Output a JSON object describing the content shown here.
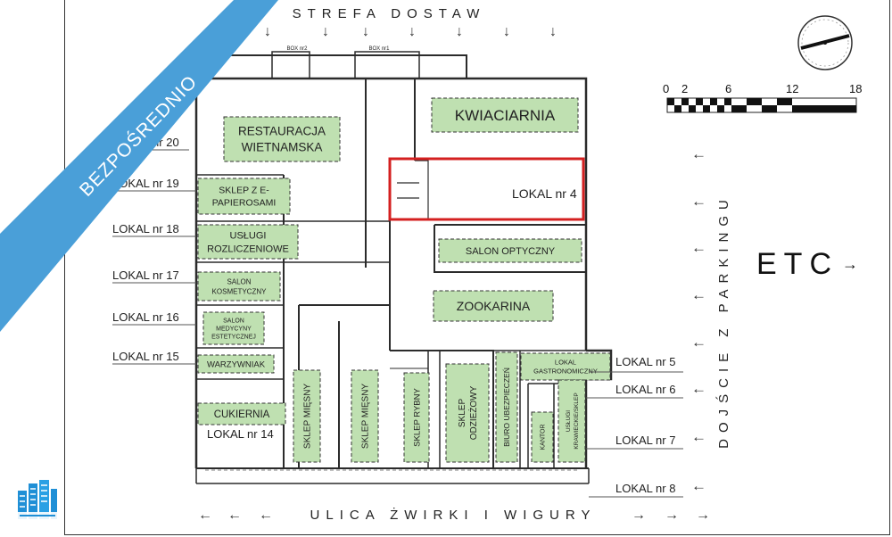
{
  "labels": {
    "top_street": "STREFA DOSTAW",
    "bottom_street": "ULICA ŻWIRKI I WIGURY",
    "right_access": "DOJŚCIE Z PARKINGU",
    "etc": "ETC",
    "etc_arrow": "→",
    "box2": "BOX nr2",
    "box1": "BOX nr1"
  },
  "banner": {
    "text": "BEZPOŚREDNIO",
    "color": "#4a9fd8"
  },
  "scale": {
    "ticks": [
      "0",
      "2",
      "6",
      "12",
      "18"
    ]
  },
  "highlight_color": "#d42020",
  "shop_fill": "#bfe0b1",
  "shops": {
    "restauracja": [
      "RESTAURACJA",
      "WIETNAMSKA"
    ],
    "kwiaciarnia": [
      "KWIACIARNIA"
    ],
    "epapierosy": [
      "SKLEP Z E-",
      "PAPIEROSAMI"
    ],
    "rozliczeniowe": [
      "USŁUGI",
      "ROZLICZENIOWE"
    ],
    "kosmetyczny": [
      "SALON",
      "KOSMETYCZNY"
    ],
    "medycyny": [
      "SALON",
      "MEDYCYNY",
      "ESTETYCZNEJ"
    ],
    "warzywniak": [
      "WARZYWNIAK"
    ],
    "cukiernia": [
      "CUKIERNIA"
    ],
    "optyczny": [
      "SALON OPTYCZNY"
    ],
    "zookarina": [
      "ZOOKARINA"
    ],
    "gastronomiczny": [
      "LOKAL",
      "GASTRONOMICZNY"
    ],
    "miesny1": [
      "SKLEP MIĘSNY"
    ],
    "miesny2": [
      "SKLEP MIĘSNY"
    ],
    "rybny": [
      "SKLEP RYBNY"
    ],
    "odziezowy": [
      "SKLEP",
      "ODZIEŻOWY"
    ],
    "biuro": [
      "BIURO UBEZPIECZEŃ"
    ],
    "kantor": [
      "KANTOR"
    ],
    "krawieckie": [
      "USŁUGI",
      "KRAWIECKIE/SKLEP"
    ]
  },
  "lokale": {
    "lokal4": "LOKAL nr 4",
    "lokal20": "LOKAL nr 20",
    "lokal19": "LOKAL nr 19",
    "lokal18": "LOKAL nr 18",
    "lokal17": "LOKAL nr 17",
    "lokal16": "LOKAL nr 16",
    "lokal15": "LOKAL nr 15",
    "lokal14": "LOKAL nr 14",
    "lokal5": "LOKAL nr 5",
    "lokal6": "LOKAL nr 6",
    "lokal7": "LOKAL nr 7",
    "lokal8": "LOKAL nr 8"
  },
  "icons": {
    "arrow_down": "↓",
    "arrow_left": "←",
    "arrow_right": "→",
    "compass": "compass-icon",
    "logo": "building-logo-icon"
  }
}
